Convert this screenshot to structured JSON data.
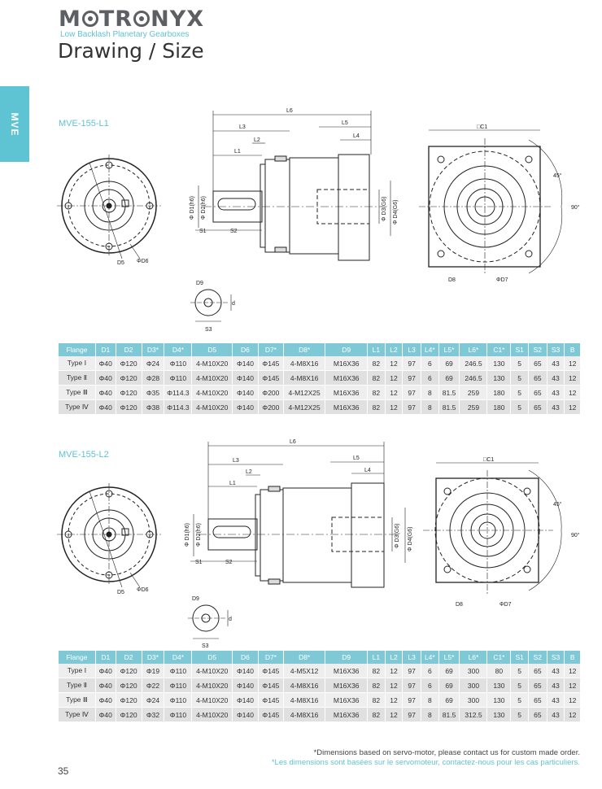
{
  "brand": {
    "logo_text": "MOTRONYX",
    "tagline": "Low Backlash Planetary Gearboxes"
  },
  "page_title": "Drawing / Size",
  "side_tab": "MVE",
  "dim_labels": {
    "L1": "L1",
    "L2": "L2",
    "L3": "L3",
    "L4": "L4",
    "L5": "L5",
    "L6": "L6",
    "S1": "S1",
    "S2": "S2",
    "S3": "S3",
    "C1": "□C1",
    "D1": "Φ D1(h6)",
    "D2": "Φ D2(h6)",
    "D3": "Φ D3(G6)",
    "D4": "Φ D4(G6)",
    "D5": "D5",
    "D6": "ΦD6",
    "D7": "ΦD7",
    "D8": "D8",
    "D9": "D9",
    "a45": "45°",
    "a90": "90°",
    "d": "d"
  },
  "headers": [
    "Flange",
    "D1",
    "D2",
    "D3*",
    "D4*",
    "D5",
    "D6",
    "D7*",
    "D8*",
    "D9",
    "L1",
    "L2",
    "L3",
    "L4*",
    "L5*",
    "L6*",
    "C1*",
    "S1",
    "S2",
    "S3",
    "B"
  ],
  "sections": [
    {
      "model": "MVE-155-L1",
      "rows": [
        [
          "Type Ⅰ",
          "Φ40",
          "Φ120",
          "Φ24",
          "Φ110",
          "4-M10X20",
          "Φ140",
          "Φ145",
          "4-M8X16",
          "M16X36",
          "82",
          "12",
          "97",
          "6",
          "69",
          "246.5",
          "130",
          "5",
          "65",
          "43",
          "12"
        ],
        [
          "Type Ⅱ",
          "Φ40",
          "Φ120",
          "Φ28",
          "Φ110",
          "4-M10X20",
          "Φ140",
          "Φ145",
          "4-M8X16",
          "M16X36",
          "82",
          "12",
          "97",
          "6",
          "69",
          "246.5",
          "130",
          "5",
          "65",
          "43",
          "12"
        ],
        [
          "Type Ⅲ",
          "Φ40",
          "Φ120",
          "Φ35",
          "Φ114.3",
          "4-M10X20",
          "Φ140",
          "Φ200",
          "4-M12X25",
          "M16X36",
          "82",
          "12",
          "97",
          "8",
          "81.5",
          "259",
          "180",
          "5",
          "65",
          "43",
          "12"
        ],
        [
          "Type Ⅳ",
          "Φ40",
          "Φ120",
          "Φ38",
          "Φ114.3",
          "4-M10X20",
          "Φ140",
          "Φ200",
          "4-M12X25",
          "M16X36",
          "82",
          "12",
          "97",
          "8",
          "81.5",
          "259",
          "180",
          "5",
          "65",
          "43",
          "12"
        ]
      ]
    },
    {
      "model": "MVE-155-L2",
      "rows": [
        [
          "Type Ⅰ",
          "Φ40",
          "Φ120",
          "Φ19",
          "Φ110",
          "4-M10X20",
          "Φ140",
          "Φ145",
          "4-M5X12",
          "M16X36",
          "82",
          "12",
          "97",
          "6",
          "69",
          "300",
          "80",
          "5",
          "65",
          "43",
          "12"
        ],
        [
          "Type Ⅱ",
          "Φ40",
          "Φ120",
          "Φ22",
          "Φ110",
          "4-M10X20",
          "Φ140",
          "Φ145",
          "4-M8X16",
          "M16X36",
          "82",
          "12",
          "97",
          "6",
          "69",
          "300",
          "130",
          "5",
          "65",
          "43",
          "12"
        ],
        [
          "Type Ⅲ",
          "Φ40",
          "Φ120",
          "Φ24",
          "Φ110",
          "4-M10X20",
          "Φ140",
          "Φ145",
          "4-M8X16",
          "M16X36",
          "82",
          "12",
          "97",
          "8",
          "69",
          "300",
          "130",
          "5",
          "65",
          "43",
          "12"
        ],
        [
          "Type Ⅳ",
          "Φ40",
          "Φ120",
          "Φ32",
          "Φ110",
          "4-M10X20",
          "Φ140",
          "Φ145",
          "4-M8X16",
          "M16X36",
          "82",
          "12",
          "97",
          "8",
          "81.5",
          "312.5",
          "130",
          "5",
          "65",
          "43",
          "12"
        ]
      ]
    }
  ],
  "footnotes": {
    "en": "*Dimensions based on servo-motor,  please contact us for custom made order.",
    "fr": "*Les dimensions sont basées sur le servomoteur, contactez-nous pour les cas particuliers."
  },
  "page_number": "35"
}
